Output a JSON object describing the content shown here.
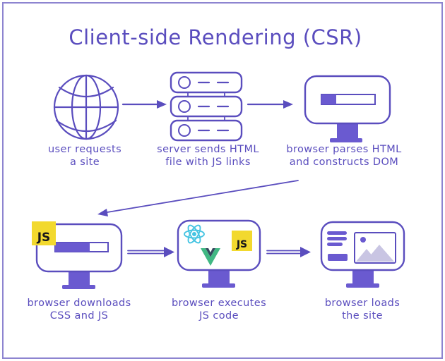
{
  "title": "Client-side Rendering (CSR)",
  "colors": {
    "bg": "#ffffff",
    "ink": "#5a4dbe",
    "accent": "#6a5ad0",
    "border": "#8d84d0",
    "js_yellow": "#f2d92e",
    "js_text": "#15151a",
    "react_cyan": "#45c4e2",
    "vue_green": "#41b883",
    "vue_dark": "#35495e",
    "placeholder": "#c9c5e3"
  },
  "badges": {
    "js_label": "JS"
  },
  "icons": {
    "step1": "globe-icon",
    "step2": "server-stack-icon",
    "step3": "monitor-progress-icon",
    "step4": "monitor-progress-js-icon",
    "step5": "monitor-frameworks-icon",
    "step6": "monitor-webpage-icon",
    "frameworks": [
      "react-icon",
      "vuejs-icon",
      "js-badge"
    ]
  },
  "steps": [
    {
      "id": "user-requests",
      "label_line1": "user requests",
      "label_line2": "a site"
    },
    {
      "id": "server-sends",
      "label_line1": "server sends HTML",
      "label_line2": "file with JS links"
    },
    {
      "id": "browser-parses",
      "label_line1": "browser parses HTML",
      "label_line2": "and constructs DOM"
    },
    {
      "id": "browser-downloads",
      "label_line1": "browser downloads",
      "label_line2": "CSS and JS"
    },
    {
      "id": "browser-executes",
      "label_line1": "browser executes",
      "label_line2": "JS code"
    },
    {
      "id": "browser-loads",
      "label_line1": "browser loads",
      "label_line2": "the site"
    }
  ]
}
